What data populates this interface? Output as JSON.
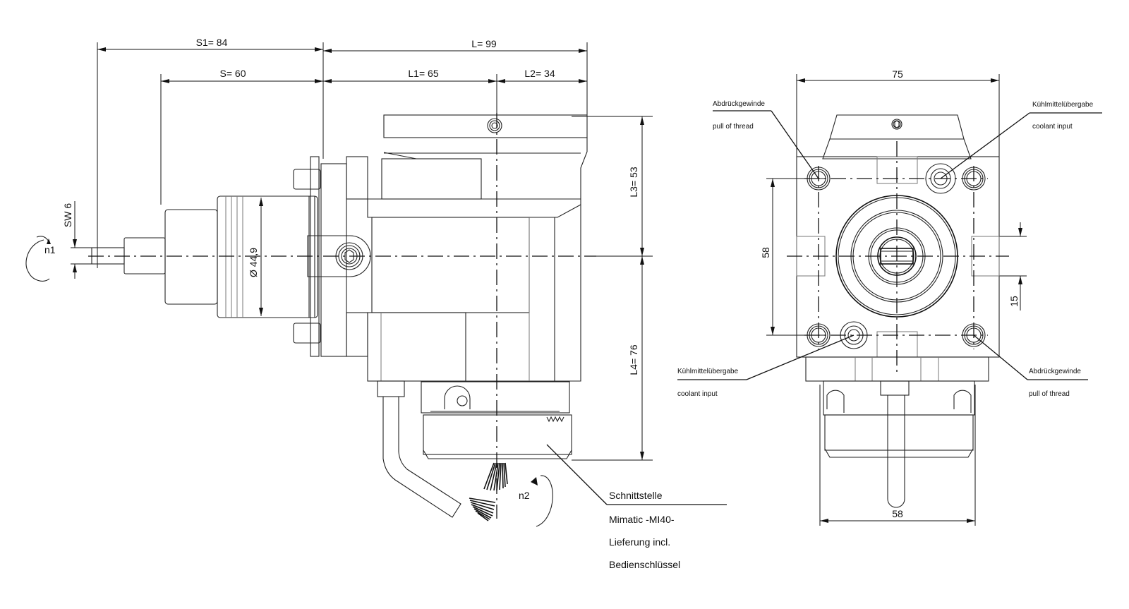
{
  "drawing": {
    "side_view": {
      "dimensions": {
        "s1": "S1=  84",
        "l": "L=  99",
        "s": "S=  60",
        "l1": "L1=  65",
        "l2": "L2=  34",
        "l3": "L3=  53",
        "l4": "L4=  76",
        "diameter": "Ø 44,9",
        "sw": "SW 6"
      },
      "rotation_labels": {
        "input": "n1",
        "output": "n2"
      },
      "callout": {
        "lines": [
          "Schnittstelle",
          "Mimatic -MI40-",
          "Lieferung incl.",
          "Bedienschlüssel"
        ]
      }
    },
    "front_view": {
      "dimensions": {
        "width_top": "75",
        "height_left": "58",
        "width_bottom": "58",
        "offset_right": "15"
      },
      "callouts": [
        {
          "de": "Abdrückgewinde",
          "en": "pull of thread",
          "position": "top-left"
        },
        {
          "de": "Kühlmittelübergabe",
          "en": "coolant input",
          "position": "top-right"
        },
        {
          "de": "Kühlmittelübergabe",
          "en": "coolant input",
          "position": "bottom-left"
        },
        {
          "de": "Abdrückgewinde",
          "en": "pull of thread",
          "position": "bottom-right"
        }
      ]
    }
  }
}
